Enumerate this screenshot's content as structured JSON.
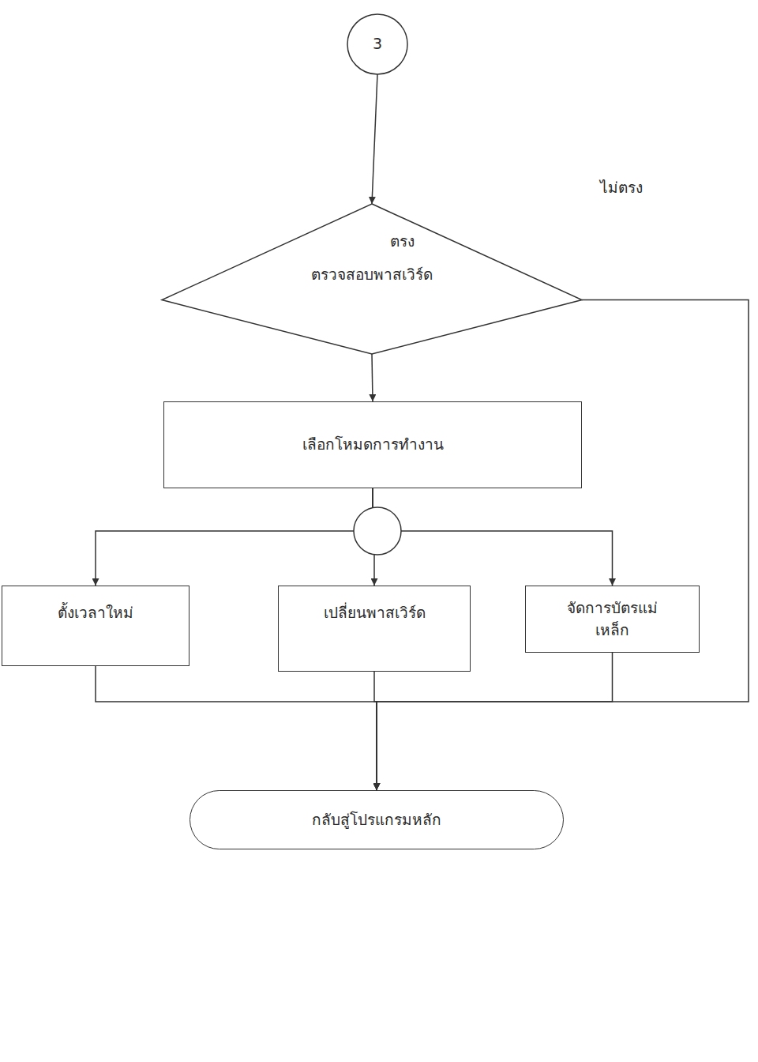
{
  "diagram": {
    "nodes": [
      {
        "text": [
          "3"
        ]
      },
      {
        "text": [
          "ตรวจสอบพาสเวิร์ด"
        ]
      },
      {
        "text": [
          "เลือกโหมดการทำงาน"
        ]
      },
      {
        "text": [
          "ตั้งเวลาใหม่"
        ]
      },
      {
        "text": [
          "เปลี่ยนพาสเวิร์ด"
        ]
      },
      {
        "text": [
          "จัดการบัตรแม่เหล็ก"
        ]
      },
      {
        "text": [
          "กลับสู่โปรแกรมหลัก"
        ]
      }
    ],
    "edges": [
      {
        "from": 0,
        "to": 1,
        "arrow": "to"
      },
      {
        "from": 1,
        "to": 2,
        "label": "ตรง",
        "arrow": "to"
      },
      {
        "from": 1,
        "to": 6,
        "label": "ไม่ตรง",
        "arrow": "to"
      },
      {
        "from": 2,
        "to": 3,
        "arrow": "to"
      },
      {
        "from": 2,
        "to": 4,
        "arrow": "to"
      },
      {
        "from": 2,
        "to": 5,
        "arrow": "to"
      },
      {
        "from": 3,
        "to": 6,
        "arrow": "to"
      },
      {
        "from": 4,
        "to": 6,
        "arrow": "to"
      },
      {
        "from": 5,
        "to": 6,
        "arrow": "to"
      }
    ]
  }
}
